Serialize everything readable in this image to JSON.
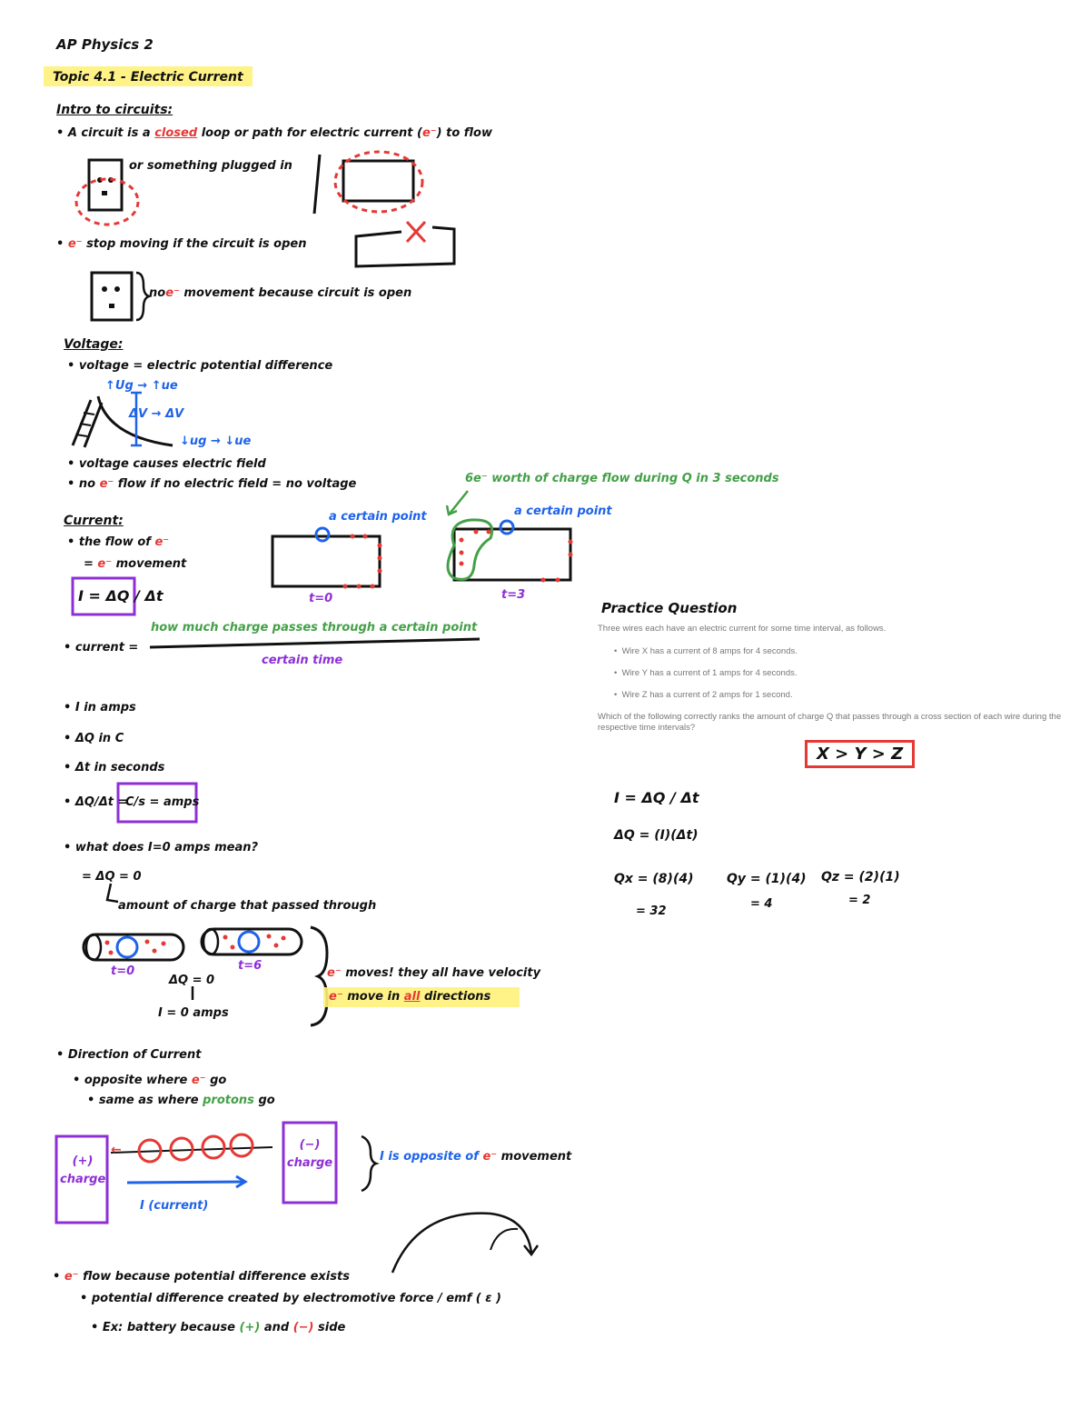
{
  "header": {
    "course": "AP Physics 2",
    "topic": "Topic 4.1 - Electric Current"
  },
  "intro": {
    "heading": "Intro to circuits:",
    "bullet1_pre": "• A circuit is a",
    "bullet1_closed": "closed",
    "bullet1_post": "loop or path for electric current (",
    "electron": "e⁻",
    "bullet1_end": ") to flow",
    "plug_note": "or something plugged in",
    "bullet2_post": "stop moving if the circuit is open",
    "outlet_note_pre": "no",
    "outlet_note_post": "movement because circuit is open"
  },
  "voltage": {
    "heading": "Voltage:",
    "b1": "• voltage = electric potential difference",
    "high": "↑Ug → ↑ue",
    "delta": "ΔV → ΔV",
    "low": "↓ug → ↓ue",
    "b2": "• voltage causes electric field",
    "b3_pre": "• no",
    "b3_post": "flow if no electric field = no voltage"
  },
  "current": {
    "heading": "Current:",
    "b1": "• the flow of",
    "b1b": "movement",
    "formula": "I = ΔQ / Δt",
    "b3_label": "• current =",
    "numerator": "how much charge passes through a certain point",
    "denominator": "certain time",
    "certain_point": "a certain point",
    "t0": "t=0",
    "t3": "t=3",
    "charge_note": "6e⁻ worth of charge flow during Q in 3 seconds",
    "units": {
      "i": "• I in amps",
      "q": "• ΔQ in C",
      "t": "• Δt in seconds",
      "ratio_lhs": "ΔQ/Δt =",
      "ratio_rhs": "C/s = amps"
    },
    "zero_q": "• what does I=0 amps mean?",
    "zero_q_line": "= ΔQ = 0",
    "zero_q_note": "amount of charge that passed through",
    "wire_t0": "t=0",
    "wire_t6": "t=6",
    "dq0": "ΔQ = 0",
    "i0": "I = 0 amps",
    "moves_note": "moves! they all have velocity",
    "all_dirs_pre": "move in",
    "all_dirs_all": "all",
    "all_dirs_post": "directions"
  },
  "direction": {
    "heading": "• Direction of Current",
    "b1": "• opposite where",
    "b1_end": "go",
    "b2_pre": "• same as where",
    "b2_protons": "protons",
    "b2_end": "go",
    "pos_label": "(+) charge",
    "neg_label": "(−) charge",
    "i_current": "I (current)",
    "opp_note_pre": "I is opposite of",
    "opp_note_post": "movement"
  },
  "emf": {
    "b1": "flow because potential difference exists",
    "b2": "• potential difference created by electromotive force / emf ( ε )",
    "b3_pre": "• Ex: battery because",
    "b3_plus": "(+)",
    "b3_mid": "and",
    "b3_minus": "(−)",
    "b3_end": "side"
  },
  "practice": {
    "title": "Practice Question",
    "intro": "Three wires each have an electric current for some time interval, as follows.",
    "items": [
      "Wire X has a current of 8 amps for 4 seconds.",
      "Wire Y has a current of 1 amps for 4 seconds.",
      "Wire Z has a current of 2 amps for 1 second."
    ],
    "question": "Which of the following correctly ranks the amount of charge Q that passes through a cross section of each wire during the respective time intervals?",
    "answer": "X > Y > Z",
    "work1": "I = ΔQ / Δt",
    "work2": "ΔQ = (I)(Δt)",
    "qx": "Qx = (8)(4)",
    "qx_res": "= 32",
    "qy": "Qy = (1)(4)",
    "qy_res": "= 4",
    "qz": "Qz = (2)(1)",
    "qz_res": "= 2"
  },
  "colors": {
    "red": "#e53935",
    "blue": "#1e63e9",
    "green": "#43a047",
    "purple": "#8e2fd6",
    "highlight": "#fff27a"
  }
}
